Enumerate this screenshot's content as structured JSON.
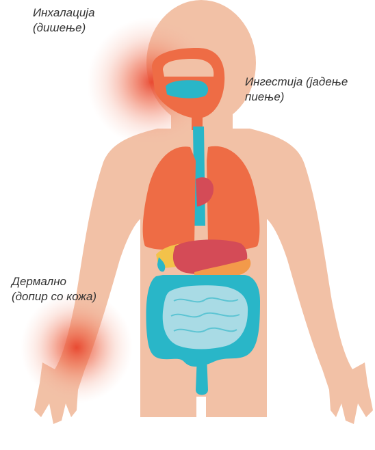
{
  "labels": {
    "inhalation_line1": "Инхалација",
    "inhalation_line2": "(дишење)",
    "ingestion_line1": "Ингестија (јадење",
    "ingestion_line2": "пиење)",
    "dermal_line1": "Дермално",
    "dermal_line2": "(допир со кожа)"
  },
  "colors": {
    "skin": "#f2c1a6",
    "lungs": "#ee6c45",
    "airway": "#29b6c8",
    "stomach": "#d44b57",
    "intestine_small": "#a9dbe5",
    "exposure_glow": "#e8442c"
  },
  "icons": [
    "human-body",
    "lungs",
    "trachea",
    "stomach",
    "liver",
    "intestines",
    "exposure-glow"
  ]
}
